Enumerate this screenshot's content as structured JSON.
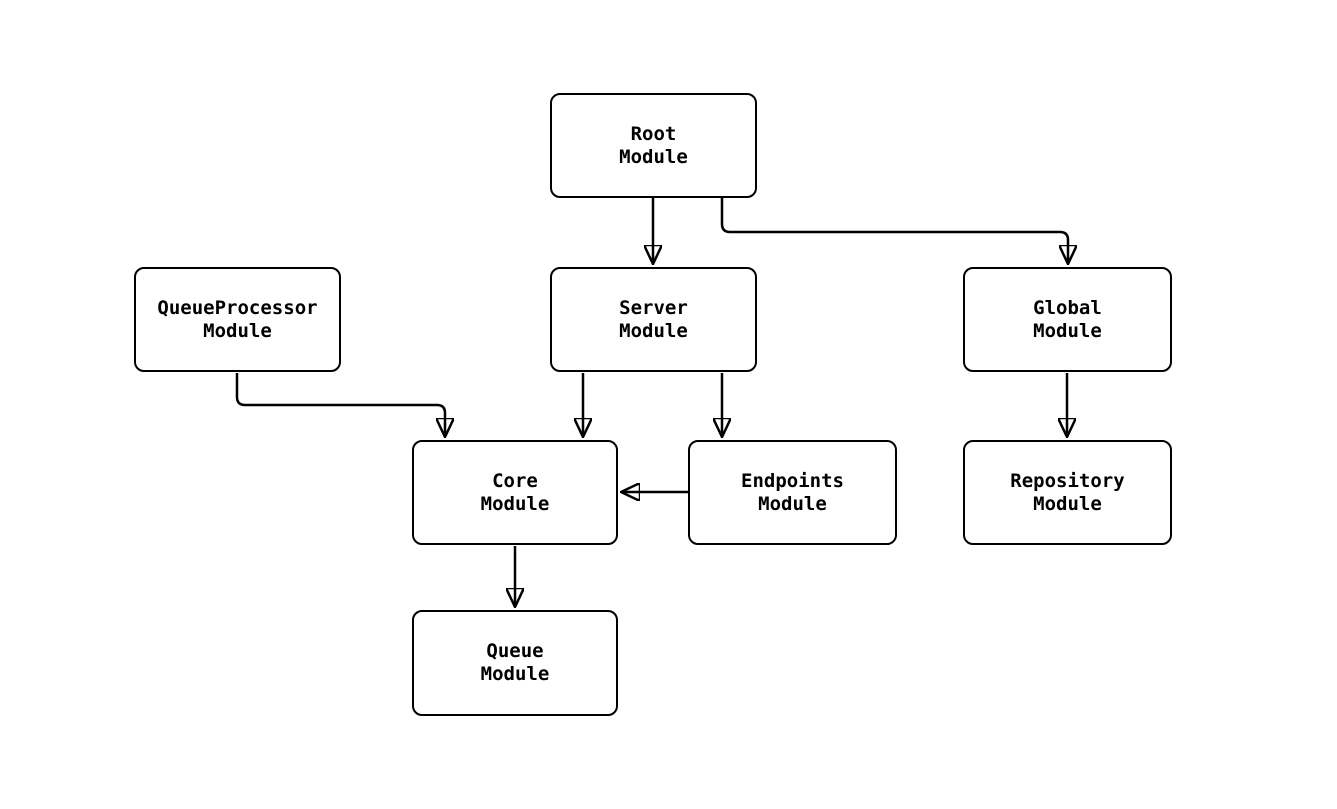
{
  "diagram": {
    "type": "flowchart",
    "colors": {
      "background": "#ffffff",
      "node_fill": "#ffffff",
      "stroke": "#000000",
      "text": "#000000"
    },
    "nodes": {
      "root": {
        "line1": "Root",
        "line2": "Module"
      },
      "queueprocessor": {
        "line1": "QueueProcessor",
        "line2": "Module"
      },
      "server": {
        "line1": "Server",
        "line2": "Module"
      },
      "global": {
        "line1": "Global",
        "line2": "Module"
      },
      "core": {
        "line1": "Core",
        "line2": "Module"
      },
      "endpoints": {
        "line1": "Endpoints",
        "line2": "Module"
      },
      "repository": {
        "line1": "Repository",
        "line2": "Module"
      },
      "queue": {
        "line1": "Queue",
        "line2": "Module"
      }
    },
    "edges": [
      {
        "from": "Root Module",
        "to": "Server Module"
      },
      {
        "from": "Root Module",
        "to": "Global Module"
      },
      {
        "from": "QueueProcessor Module",
        "to": "Core Module"
      },
      {
        "from": "Server Module",
        "to": "Core Module"
      },
      {
        "from": "Server Module",
        "to": "Endpoints Module"
      },
      {
        "from": "Endpoints Module",
        "to": "Core Module"
      },
      {
        "from": "Global Module",
        "to": "Repository Module"
      },
      {
        "from": "Core Module",
        "to": "Queue Module"
      }
    ]
  }
}
